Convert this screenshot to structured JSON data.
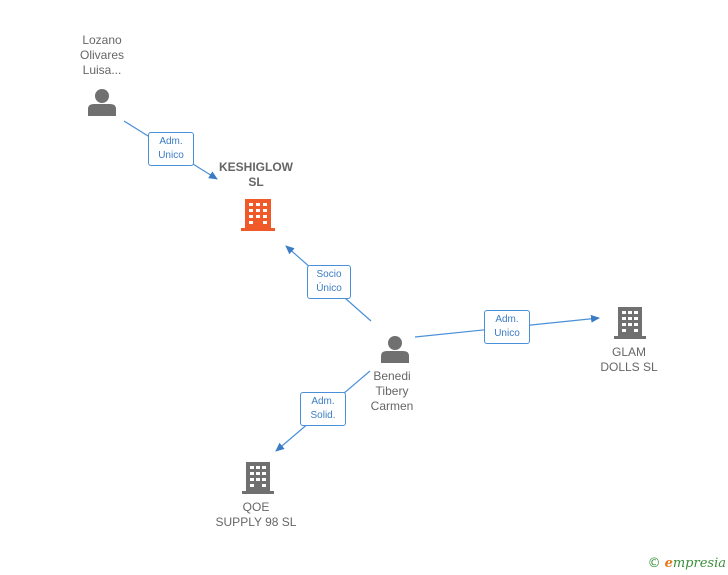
{
  "nodes": {
    "lozano": {
      "label": "Lozano\nOlivares\nLuisa..."
    },
    "keshiglow": {
      "label": "KESHIGLOW\nSL"
    },
    "benedi": {
      "label": "Benedi\nTibery\nCarmen"
    },
    "glam": {
      "label": "GLAM\nDOLLS  SL"
    },
    "qoe": {
      "label": "QOE\nSUPPLY 98  SL"
    }
  },
  "edges": {
    "lozano_keshiglow": {
      "label": "Adm.\nUnico"
    },
    "benedi_keshiglow": {
      "label": "Socio\nÚnico"
    },
    "benedi_glam": {
      "label": "Adm.\nUnico"
    },
    "benedi_qoe": {
      "label": "Adm.\nSolid."
    }
  },
  "colors": {
    "edge": "#4a90d9",
    "person": "#707070",
    "company": "#707070",
    "focus_company": "#f05a28"
  },
  "footer": {
    "copyright": "©",
    "brand_e": "e",
    "brand_rest": "mpresia"
  }
}
